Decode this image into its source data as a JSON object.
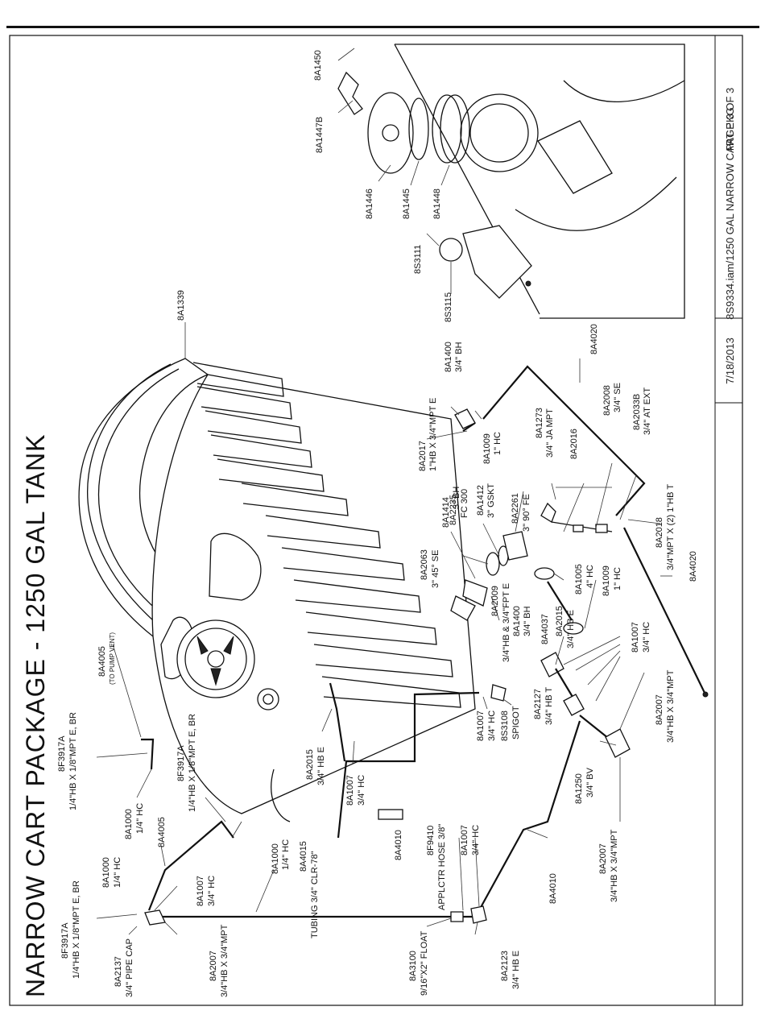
{
  "title": "NARROW CART PACKAGE - 1250 GAL TANK",
  "title_block": {
    "date": "7/18/2013",
    "file": "8S9334.iam/1250 GAL NARROW CART PKG",
    "page": "PAGE 3 OF 3"
  },
  "callouts": {
    "c8A1450": "8A1450",
    "c8A1447B": "8A1447B",
    "c8A1446": "8A1446",
    "c8A1445": "8A1445",
    "c8A1448": "8A1448",
    "c8S3111": "8S3111",
    "c8S3115": "8S3115",
    "c8A1339": "8A1339",
    "c8A4020a": "8A4020",
    "c8A1400a": [
      "8A1400",
      "3/4\" BH"
    ],
    "c8A2017": [
      "8A2017",
      "1\"HB X 3/4\"MPT E"
    ],
    "c8A1009a": [
      "8A1009",
      "1\" HC"
    ],
    "c8A1273": [
      "8A1273",
      "3/4\" JA MPT"
    ],
    "c8A2008": [
      "8A2008",
      "3/4\" SE"
    ],
    "c8A2033B": [
      "8A2033B",
      "3/4\" AT EXT"
    ],
    "c8A2016": "8A2016",
    "c8A1414": [
      "8A1414",
      "3\" BH"
    ],
    "c8A2235": [
      "8A2235",
      "FC 300"
    ],
    "c8A1412": [
      "8A1412",
      "3\" GSKT"
    ],
    "c8A2261": [
      "8A2261",
      "3\" 90° FE"
    ],
    "c8A2018": [
      "8A2018",
      "3/4\"MPT X (2) 1\"HB T"
    ],
    "c8A4020b": "8A4020",
    "c8A2063": [
      "8A2063",
      "3\" 45° SE"
    ],
    "c8A2009": [
      "8A2009",
      "3/4\"HB & 3/4\"FPT E"
    ],
    "c8A1005": [
      "8A1005",
      "4\" HC"
    ],
    "c8A1009b": [
      "8A1009",
      "1\" HC"
    ],
    "c8A1400b": [
      "8A1400",
      "3/4\" BH"
    ],
    "c8A4037": "8A4037",
    "c8A2015a": [
      "8A2015",
      "3/4\" HB E"
    ],
    "c8A1007a": [
      "8A1007",
      "3/4\" HC"
    ],
    "c8A2127": [
      "8A2127",
      "3/4\" HB T"
    ],
    "c8A2007a": [
      "8A2007",
      "3/4\"HB X 3/4\"MPT"
    ],
    "c8A1250": [
      "8A1250",
      "3/4\" BV"
    ],
    "c8A2007b": [
      "8A2007",
      "3/4\"HB X 3/4\"MPT"
    ],
    "c8A4010a": "8A4010",
    "c8S3108": [
      "8S3108",
      "SPIGOT"
    ],
    "c8A1007b": [
      "8A1007",
      "3/4\" HC"
    ],
    "c8A4010b": "8A4010",
    "c8A1007c": [
      "8A1007",
      "3/4\" HC"
    ],
    "c8A2015b": [
      "8A2015",
      "3/4\" HB E"
    ],
    "c8A4005a": [
      "8A4005",
      "(TO PUMP VENT)"
    ],
    "c8F3917Aa": [
      "8F3917A",
      "1/4\"HB X 1/8\"MPT E, BR"
    ],
    "c8F3917Ab": [
      "8F3917A",
      "1/4\"HB X 1/8\"MPT E, BR"
    ],
    "c8A1000a": [
      "8A1000",
      "1/4\" HC"
    ],
    "c8A4005b": "8A4005",
    "c8A1000b": [
      "8A1000",
      "1/4\" HC"
    ],
    "c8A4015": [
      "8A4015",
      "TUBING 3/4\" CLR-78\""
    ],
    "c8F9410": [
      "8F9410",
      "APPLCTR HOSE 3/8\""
    ],
    "c8A1007d": [
      "8A1007",
      "3/4\" HC"
    ],
    "c8A1000c": [
      "8A1000",
      "1/4\" HC"
    ],
    "c8F3917Ac": [
      "8F3917A",
      "1/4\"HB X 1/8\"MPT E, BR"
    ],
    "c8A1007e": [
      "8A1007",
      "3/4\" HC"
    ],
    "c8A2137": [
      "8A2137",
      "3/4\" PIPE CAP"
    ],
    "c8A2007c": [
      "8A2007",
      "3/4\"HB X 3/4\"MPT"
    ],
    "c8A3100": [
      "8A3100",
      "9/16\"X2\" FLOAT"
    ],
    "c8A2123": [
      "8A2123",
      "3/4\" HB E"
    ]
  },
  "icons": {
    "tank": "tank-icon",
    "detail_view": "lid-assembly-detail-icon",
    "plumbing": "plumbing-line-icon"
  }
}
